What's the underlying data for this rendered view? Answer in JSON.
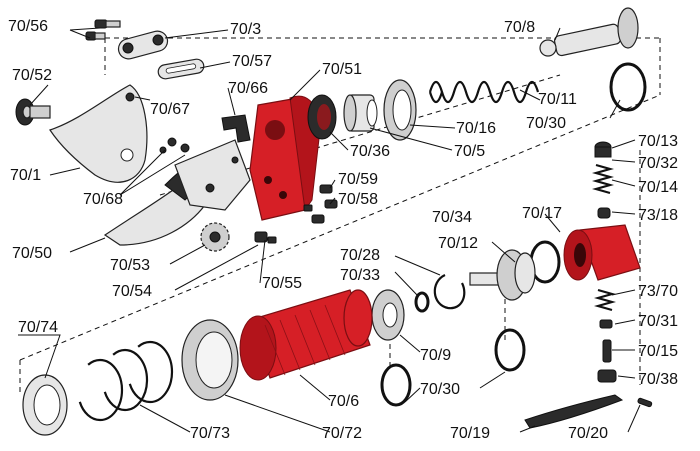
{
  "labels": {
    "p70_56": "70/56",
    "p70_3": "70/3",
    "p70_8": "70/8",
    "p70_52": "70/52",
    "p70_57": "70/57",
    "p70_51": "70/51",
    "p70_66": "70/66",
    "p70_67": "70/67",
    "p70_11": "70/11",
    "p70_30_top": "70/30",
    "p70_16": "70/16",
    "p70_1": "70/1",
    "p70_68": "70/68",
    "p70_36": "70/36",
    "p70_5": "70/5",
    "p70_13": "70/13",
    "p70_32": "70/32",
    "p70_59": "70/59",
    "p70_14": "70/14",
    "p70_58": "70/58",
    "p70_34": "70/34",
    "p70_17": "70/17",
    "p73_18": "73/18",
    "p70_12": "70/12",
    "p70_50": "70/50",
    "p70_28": "70/28",
    "p70_53": "70/53",
    "p70_33": "70/33",
    "p73_70": "73/70",
    "p70_54": "70/54",
    "p70_55": "70/55",
    "p70_31": "70/31",
    "p70_74": "70/74",
    "p70_15": "70/15",
    "p70_9": "70/9",
    "p70_38": "70/38",
    "p70_30_bottom": "70/30",
    "p70_6": "70/6",
    "p70_73": "70/73",
    "p70_72": "70/72",
    "p70_19": "70/19",
    "p70_20": "70/20"
  },
  "colors": {
    "housing_red": "#d61f26",
    "metal": "#e6e6e6",
    "ink": "#111111"
  }
}
